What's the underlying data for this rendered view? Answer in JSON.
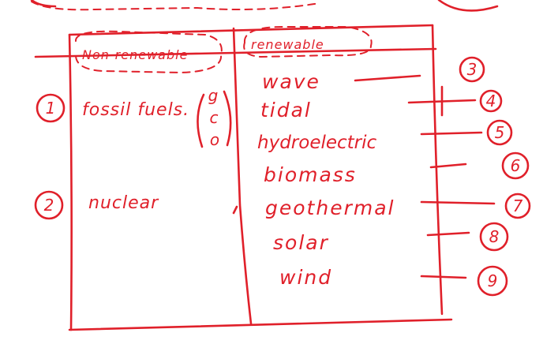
{
  "table": {
    "header_left": "Non-renewable",
    "header_right": "renewable"
  },
  "non_renewable": [
    {
      "number": "1",
      "label": "fossil fuels."
    },
    {
      "number": "2",
      "label": "nuclear"
    }
  ],
  "fossil_fuel_letters": [
    "g",
    "c",
    "o"
  ],
  "renewable": [
    {
      "number": "3",
      "label": "wave"
    },
    {
      "number": "4",
      "label": "tidal"
    },
    {
      "number": "5",
      "label": "hydroelectric"
    },
    {
      "number": "6",
      "label": "biomass"
    },
    {
      "number": "7",
      "label": "geothermal"
    },
    {
      "number": "8",
      "label": "solar"
    },
    {
      "number": "9",
      "label": "wind"
    }
  ],
  "ink_color": "#e0202a"
}
